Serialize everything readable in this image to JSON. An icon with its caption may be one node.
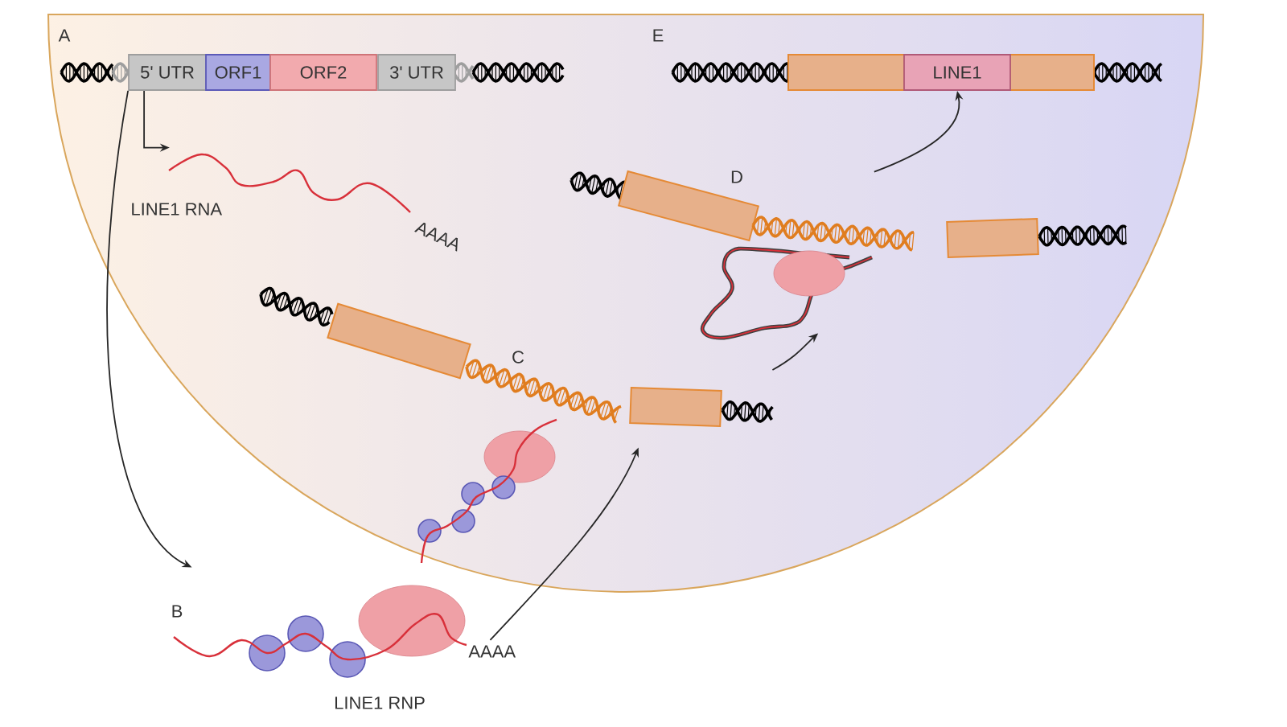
{
  "diagram": {
    "nodes": [
      {
        "text": [
          "5' UTR"
        ]
      },
      {
        "text": [
          "ORF1"
        ]
      },
      {
        "text": [
          "ORF2"
        ]
      },
      {
        "text": [
          "3' UTR"
        ]
      },
      {
        "text": [
          "LINE1 RNA",
          "AAAA"
        ]
      },
      {
        "text": [
          "AAAA",
          "LINE1 RNP"
        ]
      },
      {
        "text": [],
        "shape": "picture"
      },
      {
        "text": [],
        "shape": "picture"
      },
      {
        "text": [
          "LINE1"
        ]
      }
    ],
    "edges": [
      {
        "from": 0,
        "to": 4,
        "arrow": "to"
      },
      {
        "from": 0,
        "to": 5,
        "arrow": "to"
      },
      {
        "from": 5,
        "to": 6,
        "arrow": "to"
      },
      {
        "from": 6,
        "to": 7,
        "arrow": "to"
      },
      {
        "from": 7,
        "to": 8,
        "arrow": "to"
      }
    ],
    "labels": [
      "A",
      "E",
      "D",
      "C",
      "B"
    ]
  }
}
